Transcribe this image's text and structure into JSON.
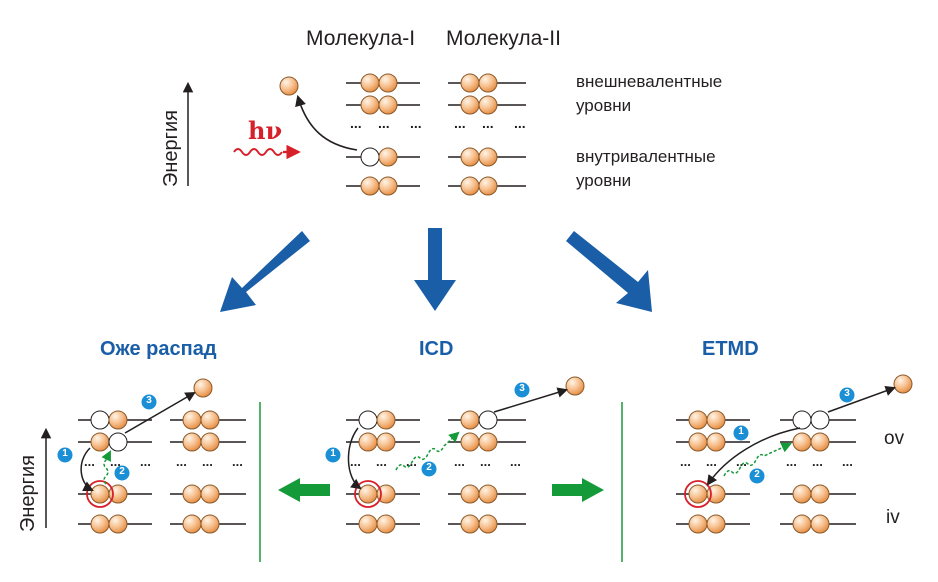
{
  "top": {
    "molecule_1": "Молекула-I",
    "molecule_2": "Молекула-II",
    "energy_label": "Энергия",
    "photon": "hν",
    "outer_levels": [
      "внешневалентные",
      "уровни"
    ],
    "inner_levels": [
      "внутривалентные",
      "уровни"
    ]
  },
  "bottom": {
    "energy_label": "Энергия",
    "panels": [
      {
        "title": "Оже распад",
        "steps": [
          "1",
          "2",
          "3"
        ]
      },
      {
        "title": "ICD",
        "steps": [
          "1",
          "2",
          "3"
        ]
      },
      {
        "title": "ETMD",
        "steps": [
          "1",
          "2",
          "3"
        ]
      }
    ],
    "ov_label": "ov",
    "iv_label": "iv"
  },
  "colors": {
    "electron": "#f4b27a",
    "electron_stroke": "#8a5a2b",
    "process_arrow": "#1a5ea8",
    "side_arrow": "#159a3a",
    "divider": "#2aa043",
    "photon": "#d6202a",
    "vacancy_ring": "#d6202a",
    "step_badge": "#1a8fd6"
  }
}
